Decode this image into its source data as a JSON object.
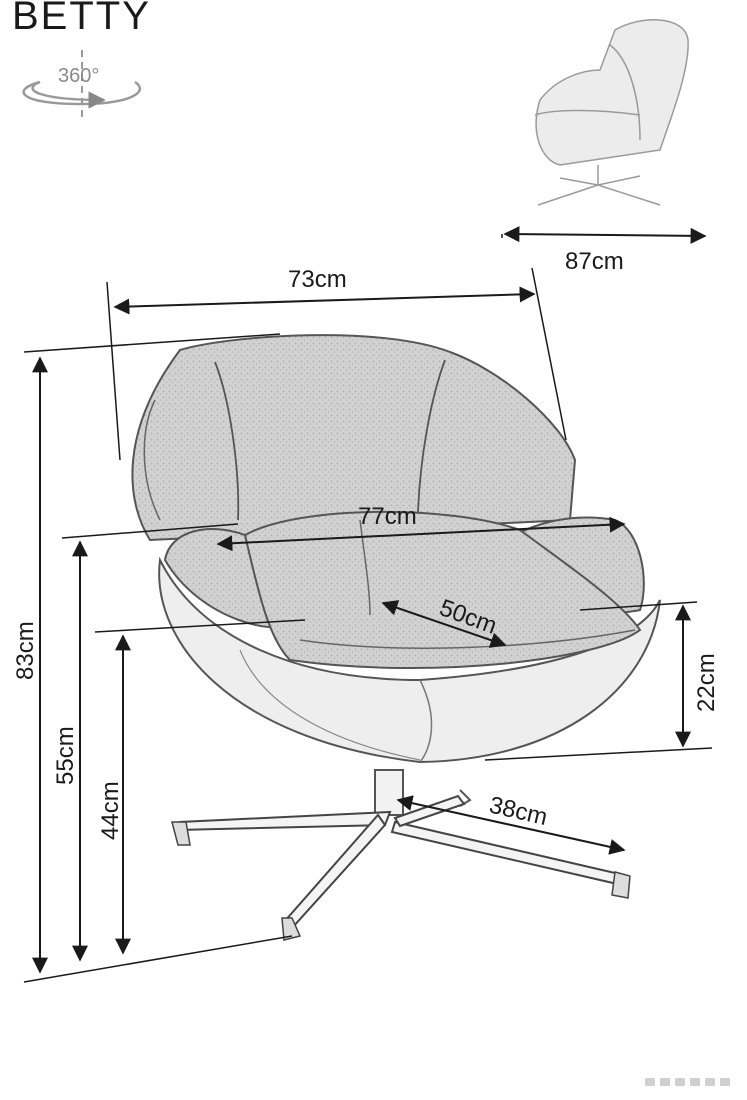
{
  "product": {
    "name": "BETTY",
    "rotation_label": "360°"
  },
  "dimensions": {
    "overall_height": "83cm",
    "arm_height": "55cm",
    "seat_height": "44cm",
    "width_back": "73cm",
    "width_arms": "77cm",
    "seat_depth": "50cm",
    "depth": "87cm",
    "seat_to_arm": "22cm",
    "base_leg": "38cm"
  },
  "colors": {
    "line": "#1a1a1a",
    "sketch": "#555555",
    "fabric_shade": "#c9c9c9",
    "thumb": "#9a9a9a"
  }
}
